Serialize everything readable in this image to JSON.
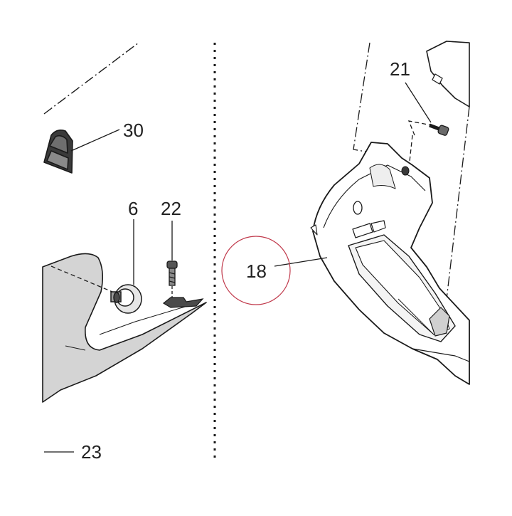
{
  "callouts": {
    "part_30": "30",
    "part_6": "6",
    "part_22": "22",
    "part_23": "23",
    "part_21": "21",
    "part_18": "18"
  },
  "highlight": {
    "target": "part_18",
    "color": "#c0394b"
  },
  "colors": {
    "line": "#1a1a1a",
    "part_fill_gray": "#d4d4d4",
    "panel_fill": "#ffffff"
  }
}
